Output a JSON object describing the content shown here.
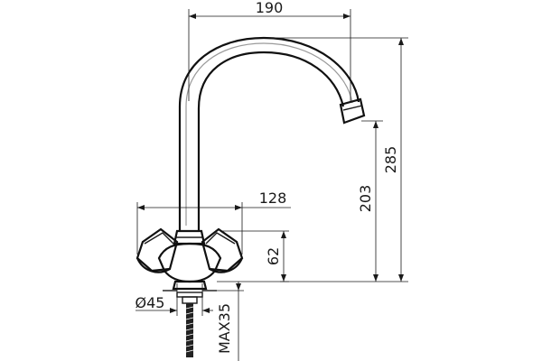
{
  "drawing": {
    "dimensions": {
      "spout_reach": "190",
      "overall_height": "285",
      "spout_outlet_height": "203",
      "handle_span": "128",
      "body_height": "62",
      "base_diameter": "Ø45",
      "max_deck_thickness": "MAX35"
    },
    "colors": {
      "line": "#1a1a1a",
      "highlight": "#9a9a9a",
      "background": "#ffffff"
    }
  }
}
